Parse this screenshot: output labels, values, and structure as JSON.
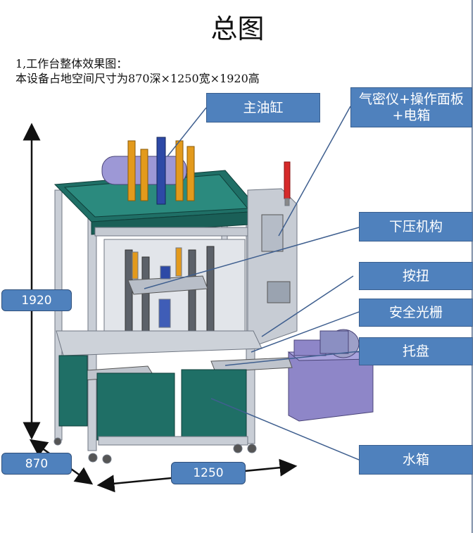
{
  "title": "总图",
  "intro": {
    "line1": "1,工作台整体效果图：",
    "line2": "本设备占地空间尺寸为870深×1250宽×1920高"
  },
  "labels": {
    "main_cylinder": "主油缸",
    "leak_tester": "气密仪+操作面板+电箱",
    "press_mechanism": "下压机构",
    "button": "按扭",
    "light_curtain": "安全光栅",
    "tray": "托盘",
    "water_tank": "水箱"
  },
  "dimensions": {
    "height": "1920",
    "depth": "870",
    "width": "1250"
  },
  "colors": {
    "label_bg": "#4f81bd",
    "frame_green": "#1f6f66",
    "frame_gray": "#c9ced6",
    "cylinder_orange": "#e39a1c",
    "tank_purple": "#8e86c8",
    "leader_line": "#3f5f8f"
  }
}
